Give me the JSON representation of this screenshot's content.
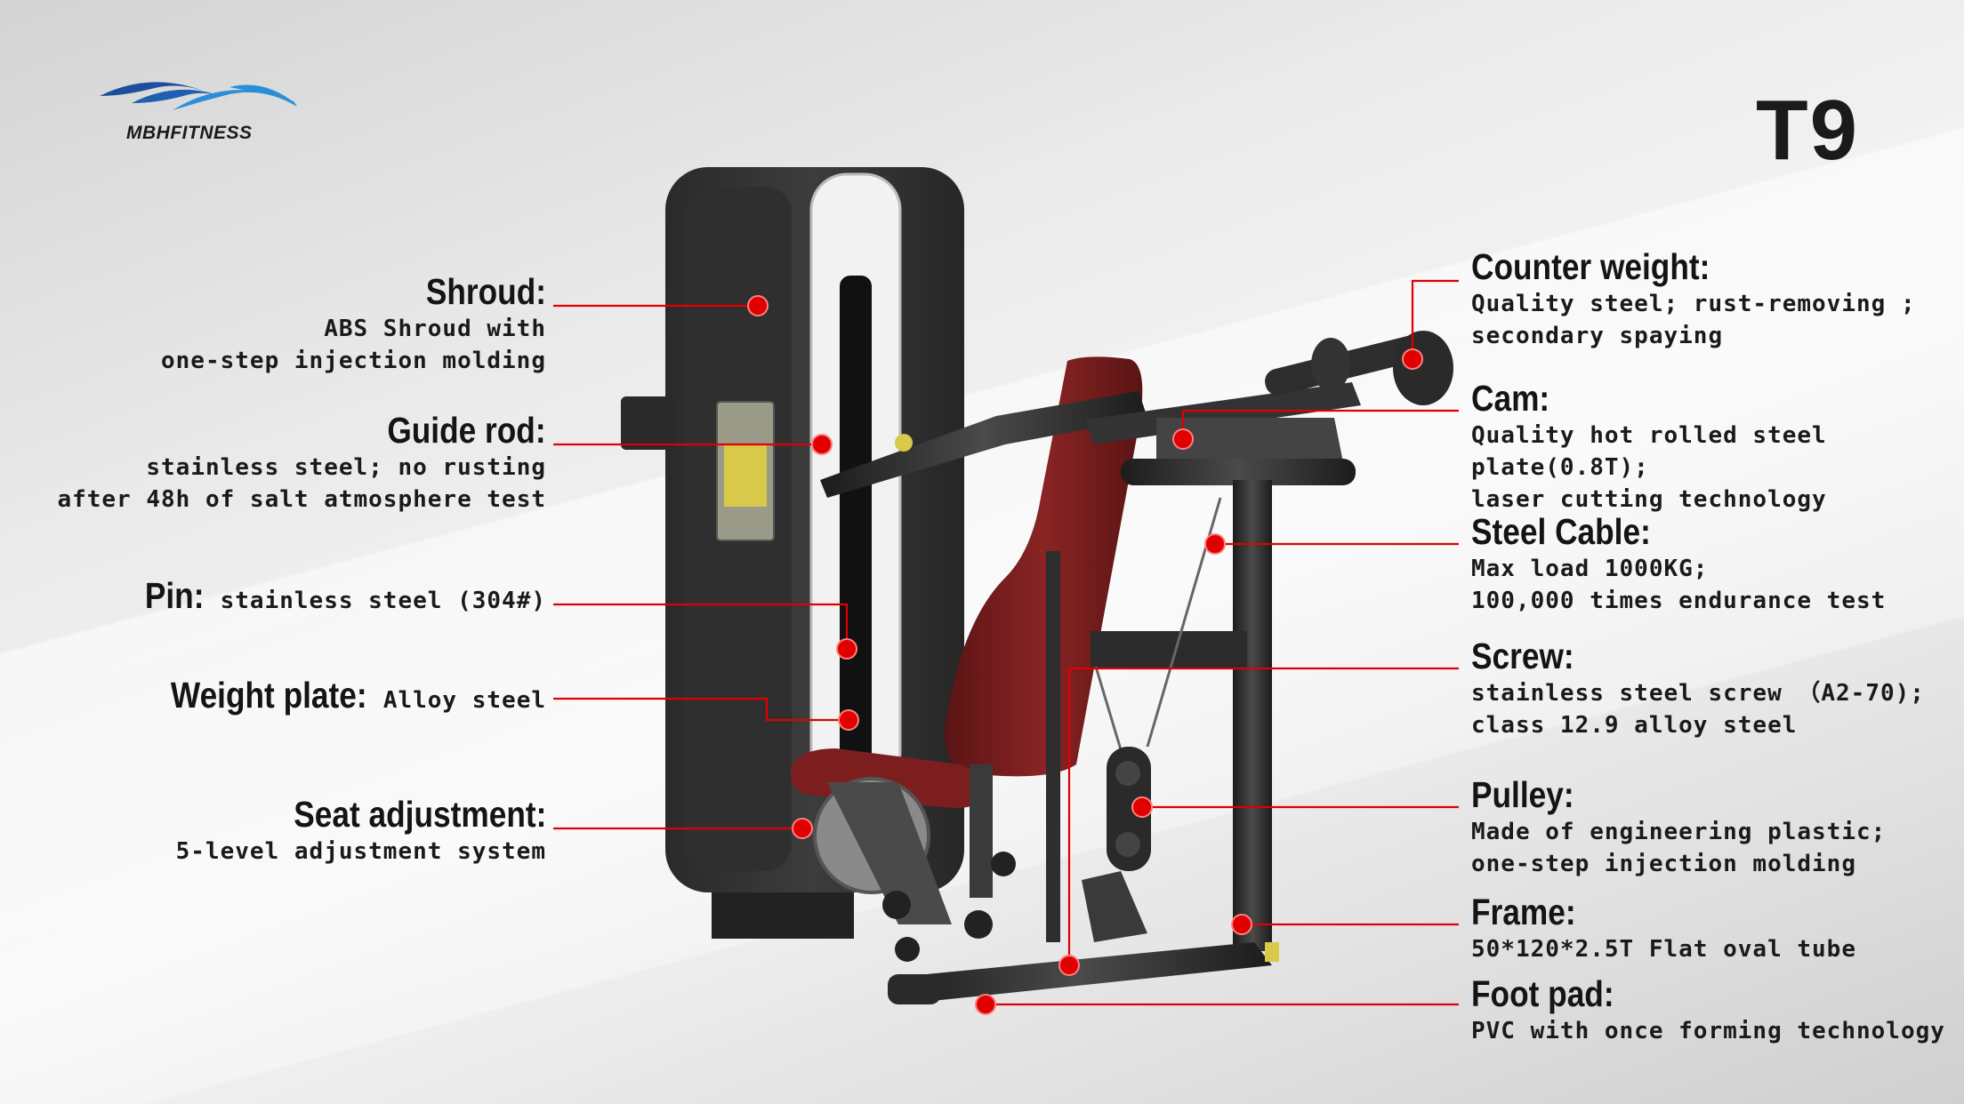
{
  "brand": {
    "name": "MBHFITNESS",
    "colors": {
      "dark_blue": "#1e4f9c",
      "light_blue": "#2a8ed8"
    }
  },
  "model": "T9",
  "accent_color": "#e00000",
  "callouts_left": [
    {
      "title": "Shroud:",
      "desc": [
        "ABS Shroud with",
        "one-step injection molding"
      ]
    },
    {
      "title": "Guide rod:",
      "desc": [
        "stainless steel; no rusting",
        "after 48h of salt atmosphere test"
      ]
    },
    {
      "title": "Pin:",
      "desc": [
        "stainless steel (304#)"
      ]
    },
    {
      "title": "Weight plate:",
      "desc": [
        "Alloy steel"
      ]
    },
    {
      "title": "Seat adjustment:",
      "desc": [
        "5-level adjustment system"
      ]
    }
  ],
  "callouts_right": [
    {
      "title": "Counter weight:",
      "desc": [
        "Quality steel; rust-removing ;",
        "secondary spaying"
      ]
    },
    {
      "title": "Cam:",
      "desc": [
        "Quality hot rolled steel plate(0.8T);",
        "laser cutting technology"
      ]
    },
    {
      "title": "Steel Cable:",
      "desc": [
        "Max load 1000KG;",
        "100,000 times endurance test"
      ]
    },
    {
      "title": "Screw:",
      "desc": [
        "stainless steel screw （A2-70);",
        "class 12.9 alloy steel"
      ]
    },
    {
      "title": "Pulley:",
      "desc": [
        "Made of engineering plastic;",
        "one-step injection molding"
      ]
    },
    {
      "title": "Frame:",
      "desc": [
        "50*120*2.5T Flat oval tube"
      ]
    },
    {
      "title": "Foot pad:",
      "desc": [
        "PVC with once forming technology"
      ]
    }
  ]
}
